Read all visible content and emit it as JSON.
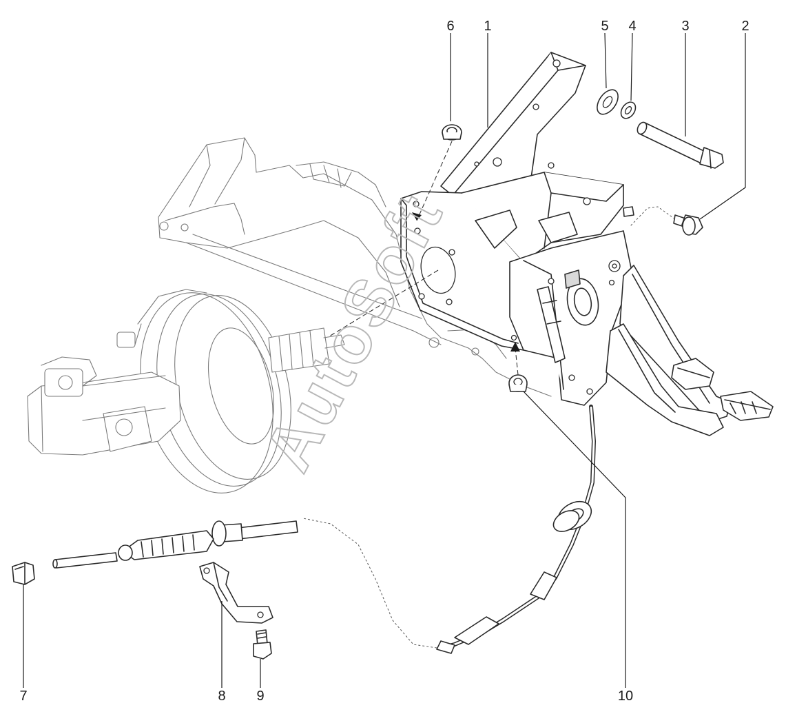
{
  "watermark": "AutoSoft",
  "callouts": [
    "1",
    "2",
    "3",
    "4",
    "5",
    "6",
    "7",
    "8",
    "9",
    "10"
  ]
}
